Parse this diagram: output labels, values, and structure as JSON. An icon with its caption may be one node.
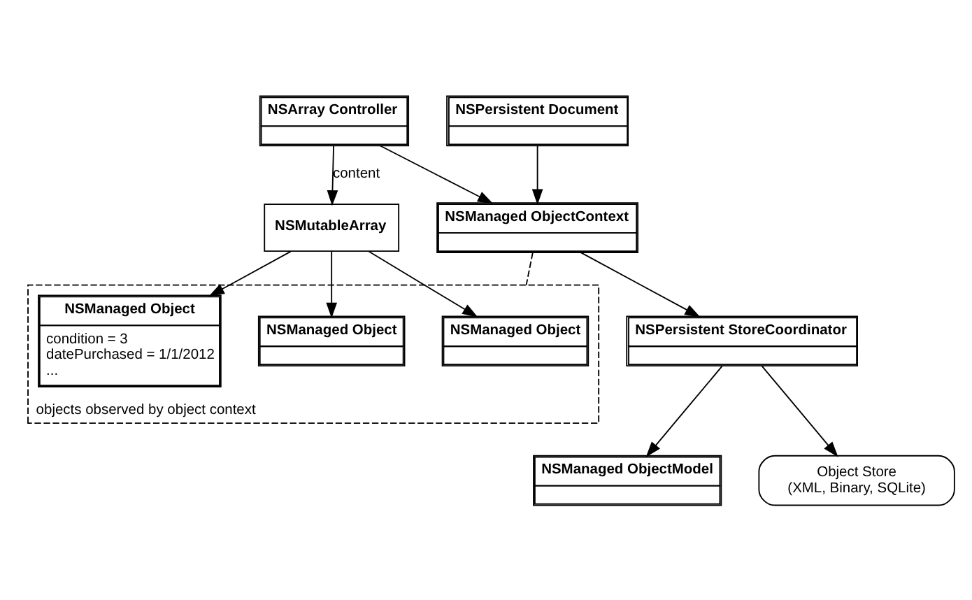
{
  "diagram": {
    "nodes": [
      {
        "text": [
          "NSArray Controller"
        ]
      },
      {
        "text": [
          "NSMutableArray"
        ]
      },
      {
        "text": [
          "objects observed by object context"
        ]
      },
      {
        "text": [
          "NSManaged Object"
        ],
        "in": 2
      },
      {
        "text": [
          "NSManaged Object"
        ],
        "in": 2
      },
      {
        "text": [
          "NSManaged Object",
          "condition = 3",
          "datePurchased = 1/1/2012",
          "..."
        ],
        "in": 2
      },
      {
        "text": [
          "NSPersistent Document"
        ]
      },
      {
        "text": [
          "NSManaged ObjectContext"
        ]
      },
      {
        "text": [
          "NSPersistent StoreCoordinator"
        ]
      },
      {
        "text": [
          "NSManaged ObjectModel"
        ]
      },
      {
        "text": [
          "Object Store",
          "(XML, Binary, SQLite)"
        ]
      }
    ],
    "edges": [
      {
        "from": 0,
        "to": 1,
        "arrow": "to",
        "label": "content"
      },
      {
        "from": 1,
        "to": 3,
        "arrow": "to"
      },
      {
        "from": 1,
        "to": 4,
        "arrow": "to"
      },
      {
        "from": 1,
        "to": 5,
        "arrow": "to"
      },
      {
        "from": 0,
        "to": 7,
        "arrow": "to"
      },
      {
        "from": 6,
        "to": 7,
        "arrow": "to"
      },
      {
        "from": 7,
        "to": 2,
        "arrow": "none",
        "style": "dashed"
      },
      {
        "from": 7,
        "to": 8,
        "arrow": "to"
      },
      {
        "from": 8,
        "to": 9,
        "arrow": "to"
      },
      {
        "from": 8,
        "to": 10,
        "arrow": "to"
      }
    ]
  }
}
